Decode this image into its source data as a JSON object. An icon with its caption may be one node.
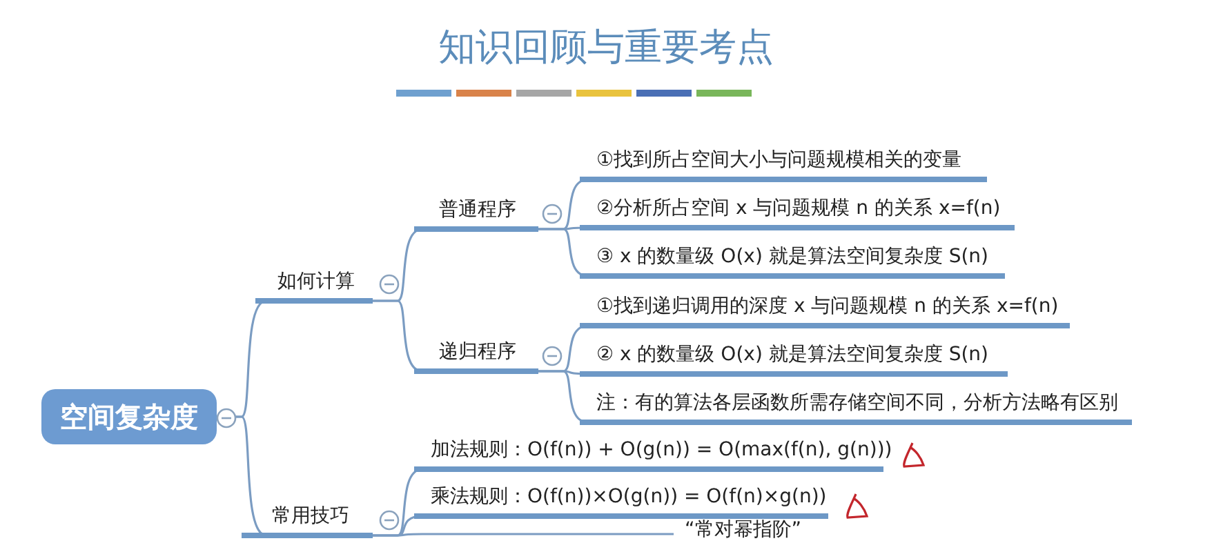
{
  "diagram": {
    "title": "知识回顾与重要考点",
    "nodes": [
      {
        "text": [
          "空间复杂度"
        ]
      },
      {
        "text": [
          "如何计算"
        ]
      },
      {
        "text": [
          "普通程序"
        ]
      },
      {
        "text": [
          "①找到所占空间大小与问题规模相关的变量"
        ]
      },
      {
        "text": [
          "②分析所占空间 x 与问题规模 n 的关系 x=f(n)"
        ]
      },
      {
        "text": [
          "③ x 的数量级 O(x) 就是算法空间复杂度 S(n)"
        ]
      },
      {
        "text": [
          "递归程序"
        ]
      },
      {
        "text": [
          "①找到递归调用的深度 x 与问题规模 n 的关系 x=f(n)"
        ]
      },
      {
        "text": [
          "② x 的数量级 O(x) 就是算法空间复杂度 S(n)"
        ]
      },
      {
        "text": [
          "注：有的算法各层函数所需存储空间不同，分析方法略有区别"
        ]
      },
      {
        "text": [
          "常用技巧"
        ]
      },
      {
        "text": [
          "加法规则：O(f(n)) + O(g(n)) = O(max(f(n), g(n)))"
        ]
      },
      {
        "text": [
          "乘法规则：O(f(n))×O(g(n)) = O(f(n)×g(n))"
        ]
      },
      {
        "text": [
          "“常对幂指阶”"
        ]
      }
    ],
    "edges": [
      {
        "from": 0,
        "to": 1,
        "arrow": "none"
      },
      {
        "from": 0,
        "to": 10,
        "arrow": "none"
      },
      {
        "from": 1,
        "to": 2,
        "arrow": "none"
      },
      {
        "from": 1,
        "to": 6,
        "arrow": "none"
      },
      {
        "from": 2,
        "to": 3,
        "arrow": "none"
      },
      {
        "from": 2,
        "to": 4,
        "arrow": "none"
      },
      {
        "from": 2,
        "to": 5,
        "arrow": "none"
      },
      {
        "from": 6,
        "to": 7,
        "arrow": "none"
      },
      {
        "from": 6,
        "to": 8,
        "arrow": "none"
      },
      {
        "from": 6,
        "to": 9,
        "arrow": "none"
      },
      {
        "from": 10,
        "to": 11,
        "arrow": "none"
      },
      {
        "from": 10,
        "to": 12,
        "arrow": "none"
      },
      {
        "from": 10,
        "to": 13,
        "arrow": "none"
      }
    ]
  }
}
